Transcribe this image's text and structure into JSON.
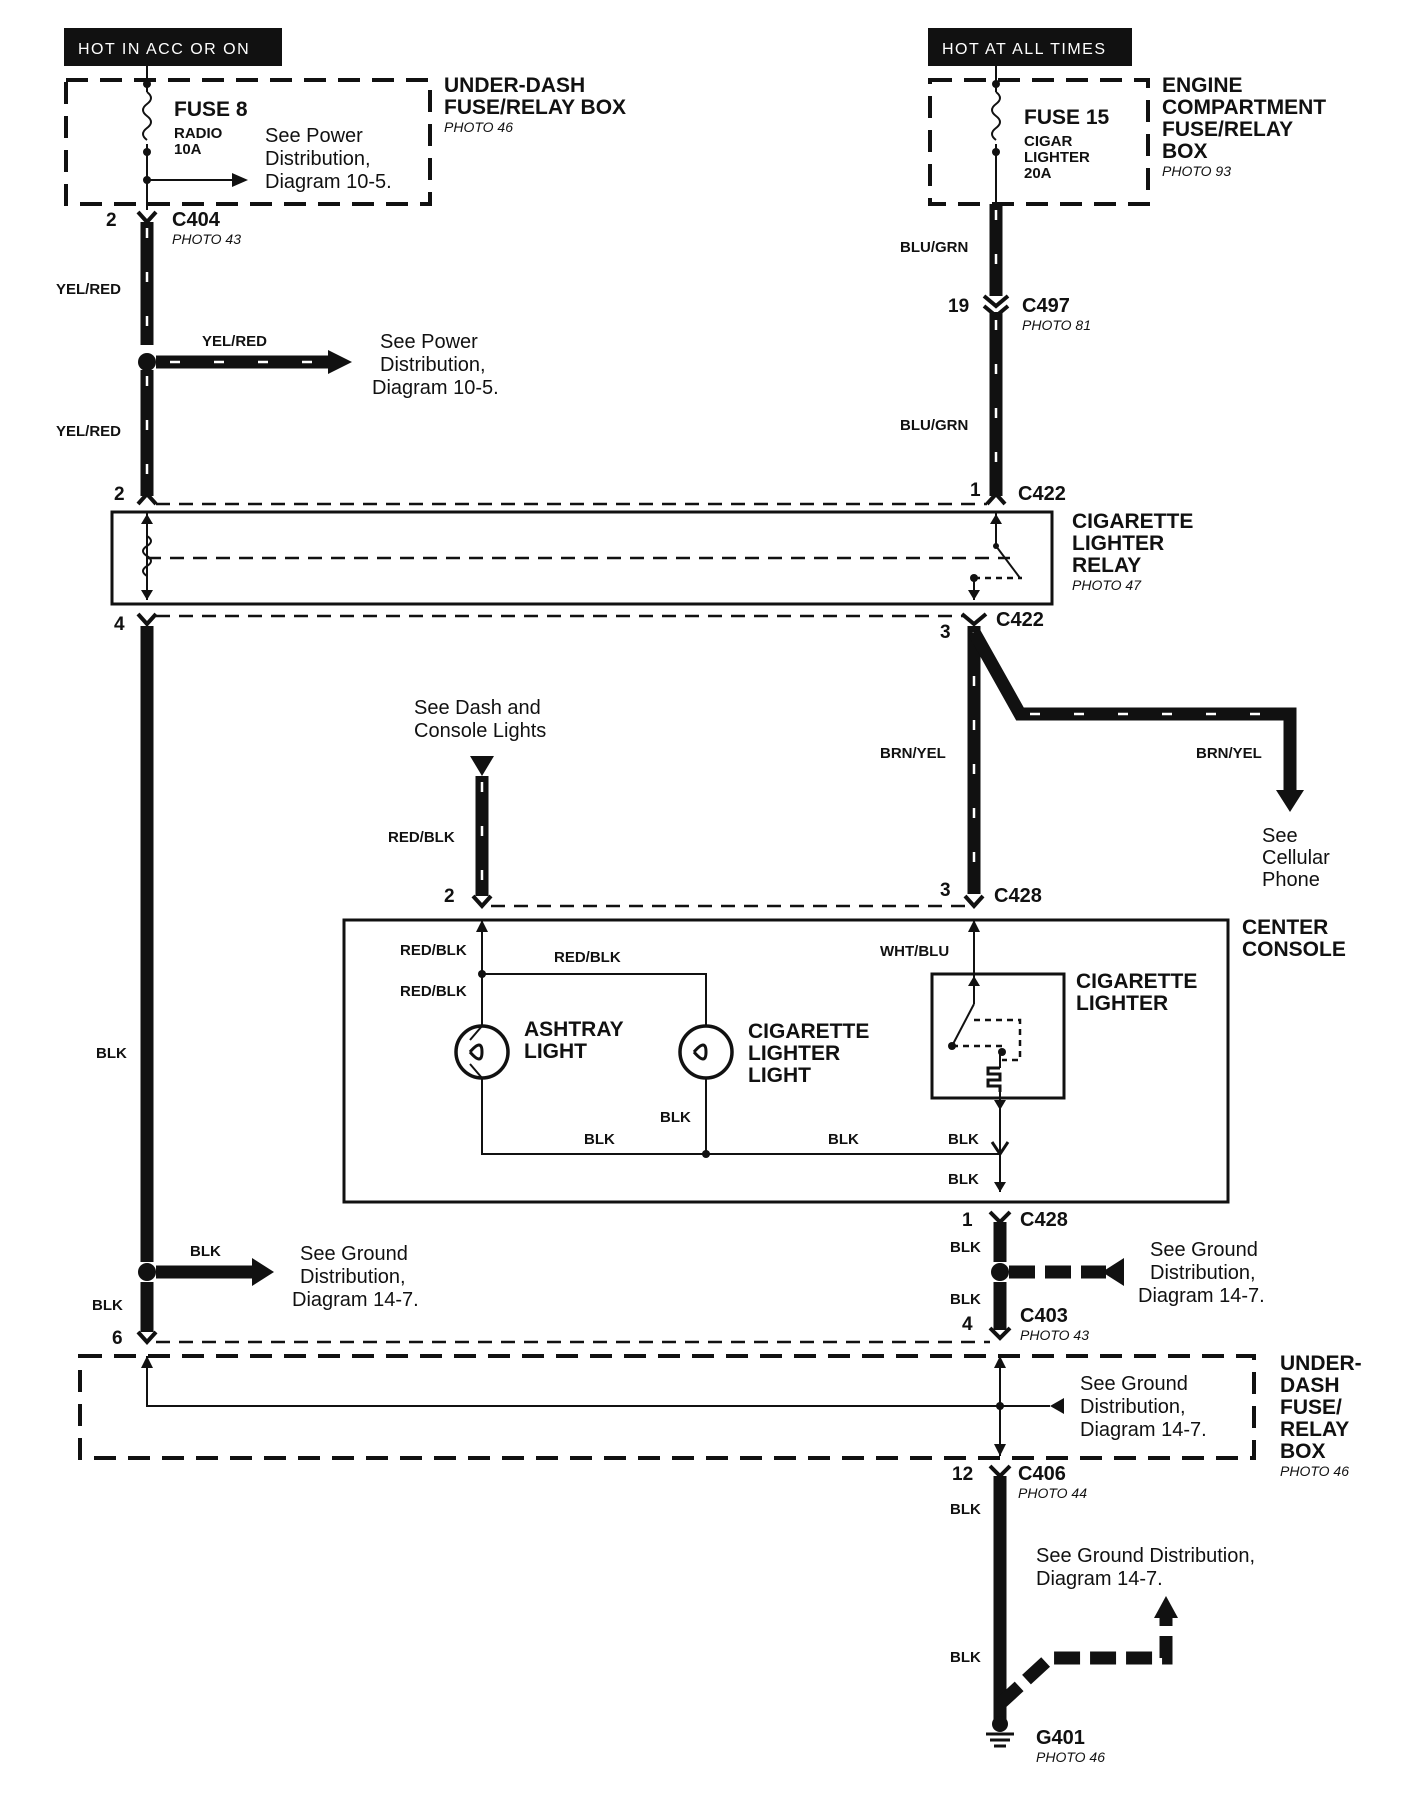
{
  "header_left": "HOT IN ACC OR ON",
  "header_right": "HOT AT ALL TIMES",
  "underdash_top": {
    "line1": "UNDER-DASH",
    "line2": "FUSE/RELAY BOX",
    "photo": "PHOTO 46"
  },
  "fuse8": {
    "name": "FUSE 8",
    "desc1": "RADIO",
    "desc2": "10A",
    "see1": "See Power",
    "see2": "Distribution,",
    "see3": "Diagram 10-5."
  },
  "engine_box": {
    "line1": "ENGINE",
    "line2": "COMPARTMENT",
    "line3": "FUSE/RELAY",
    "line4": "BOX",
    "photo": "PHOTO 93"
  },
  "fuse15": {
    "name": "FUSE 15",
    "desc1": "CIGAR",
    "desc2": "LIGHTER",
    "desc3": "20A"
  },
  "c404": {
    "pin": "2",
    "name": "C404",
    "photo": "PHOTO 43"
  },
  "c497": {
    "pin": "19",
    "name": "C497",
    "photo": "PHOTO 81"
  },
  "wires": {
    "yel_red": "YEL/RED",
    "blu_grn": "BLU/GRN",
    "brn_yel": "BRN/YEL",
    "red_blk": "RED/BLK",
    "wht_blu": "WHT/BLU",
    "blk": "BLK"
  },
  "power_dist_mid": {
    "see1": "See Power",
    "see2": "Distribution,",
    "see3": "Diagram 10-5."
  },
  "c422_top": {
    "pin_left": "2",
    "pin_right": "1",
    "name": "C422"
  },
  "relay": {
    "line1": "CIGARETTE",
    "line2": "LIGHTER",
    "line3": "RELAY",
    "photo": "PHOTO 47"
  },
  "c422_bot": {
    "pin_left": "4",
    "pin_right": "3",
    "name": "C422"
  },
  "dash_lights": {
    "line1": "See Dash and",
    "line2": "Console Lights"
  },
  "cellular": {
    "line1": "See",
    "line2": "Cellular",
    "line3": "Phone"
  },
  "c428_top": {
    "pin_left": "2",
    "pin_right": "3",
    "name": "C428"
  },
  "center_console": {
    "line1": "CENTER",
    "line2": "CONSOLE"
  },
  "ashtray": {
    "line1": "ASHTRAY",
    "line2": "LIGHT"
  },
  "cig_light": {
    "line1": "CIGARETTE",
    "line2": "LIGHTER",
    "line3": "LIGHT"
  },
  "cig_lighter": {
    "line1": "CIGARETTE",
    "line2": "LIGHTER"
  },
  "c428_bot": {
    "pin": "1",
    "name": "C428"
  },
  "ground_left": {
    "see1": "See Ground",
    "see2": "Distribution,",
    "see3": "Diagram 14-7."
  },
  "ground_right": {
    "see1": "See Ground",
    "see2": "Distribution,",
    "see3": "Diagram 14-7."
  },
  "c403": {
    "pin": "4",
    "name": "C403",
    "photo": "PHOTO 43"
  },
  "pin6": "6",
  "underdash_bot": {
    "line1": "UNDER-",
    "line2": "DASH",
    "line3": "FUSE/",
    "line4": "RELAY",
    "line5": "BOX",
    "photo": "PHOTO 46"
  },
  "ground_box": {
    "see1": "See Ground",
    "see2": "Distribution,",
    "see3": "Diagram 14-7."
  },
  "c406": {
    "pin": "12",
    "name": "C406",
    "photo": "PHOTO 44"
  },
  "ground_bottom": {
    "see1": "See Ground Distribution,",
    "see2": "Diagram 14-7."
  },
  "g401": {
    "name": "G401",
    "photo": "PHOTO 46"
  }
}
